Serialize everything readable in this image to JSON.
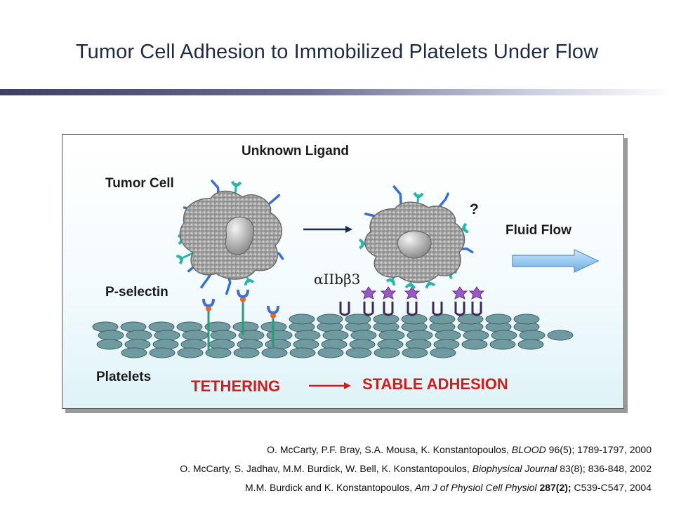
{
  "title": "Tumor Cell Adhesion to Immobilized Platelets Under Flow",
  "diagram": {
    "label_unknown_ligand": "Unknown Ligand",
    "label_tumor_cell": "Tumor Cell",
    "label_question": "?",
    "label_fluid_flow": "Fluid Flow",
    "label_integrin": "αIIbβ3",
    "label_p_selectin": "P-selectin",
    "label_platelets": "Platelets",
    "label_tethering": "TETHERING",
    "label_stable_adhesion": "STABLE ADHESION"
  },
  "references": [
    {
      "authors": "O. McCarty, P.F. Bray, S.A. Mousa, K. Konstantopoulos,",
      "journal": "BLOOD",
      "pre": "",
      "bold": "",
      "details": "96(5); 1789-1797, 2000"
    },
    {
      "authors": "O. McCarty, S. Jadhav, M.M. Burdick, W. Bell, K. Konstantopoulos,",
      "journal": "Biophysical Journal",
      "pre": "",
      "bold": "",
      "details": "83(8); 836-848, 2002"
    },
    {
      "authors": "M.M. Burdick and K. Konstantopoulos,",
      "journal": "Am J of Physiol Cell Physiol",
      "pre": "",
      "bold": "287(2);",
      "details": "C539-C547, 2004"
    }
  ],
  "colors": {
    "title_text": "#1f2a44",
    "accent_red": "#cc1f1f",
    "platelet_fill": "#6f9aa0",
    "receptor_teal": "#2bb5a8",
    "ligand_blue": "#3a6fd0",
    "integrin_purple": "#7a3e9e",
    "flow_arrow": "#7fb7e6"
  }
}
